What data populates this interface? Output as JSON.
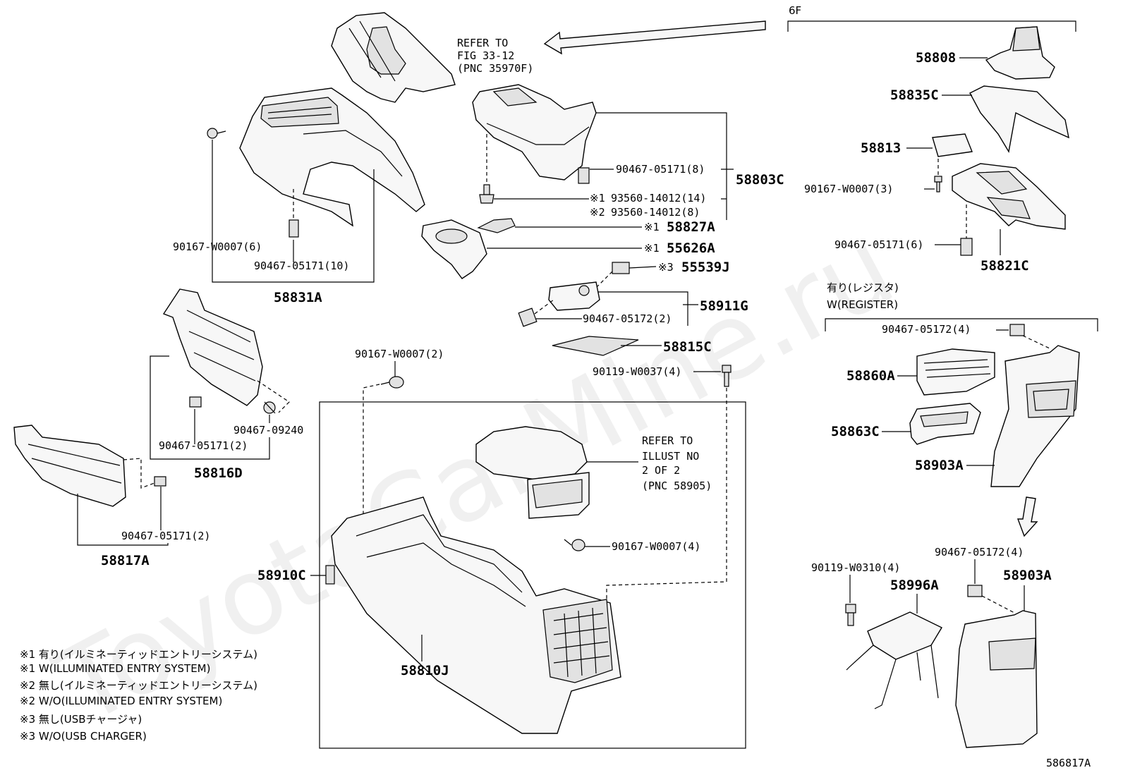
{
  "header": {
    "group_label": "6F"
  },
  "references": {
    "shift_boot": [
      "REFER TO",
      "FIG 33-12",
      "(PNC 35970F)"
    ],
    "armrest": [
      "REFER TO",
      "ILLUST NO",
      "2 OF 2",
      "(PNC 58905)"
    ]
  },
  "labels": {
    "p58831A": "58831A",
    "p90167_6": "90167-W0007(6)",
    "p90467_10": "90467-05171(10)",
    "p90467_8": "90467-05171(8)",
    "p58803C": "58803C",
    "p93560_14": "93560-14012(14)",
    "p93560_8": "93560-14012(8)",
    "p58827A": "58827A",
    "p55626A": "55626A",
    "p55539J": "55539J",
    "p58911G": "58911G",
    "p90467_05172_2": "90467-05172(2)",
    "p58815C": "58815C",
    "p90119_4": "90119-W0037(4)",
    "p90167_2": "90167-W0007(2)",
    "p90167_4": "90167-W0007(4)",
    "p58910C": "58910C",
    "p58810J": "58810J",
    "p58816D": "58816D",
    "p90467_09240": "90467-09240",
    "p90467_2a": "90467-05171(2)",
    "p90467_2b": "90467-05171(2)",
    "p58817A": "58817A",
    "p58808": "58808",
    "p58835C": "58835C",
    "p58813": "58813",
    "p90167_3": "90167-W0007(3)",
    "p90467_6": "90467-05171(6)",
    "p58821C": "58821C",
    "p90467_05172_4a": "90467-05172(4)",
    "p58860A": "58860A",
    "p58863C": "58863C",
    "p58903A_a": "58903A",
    "p90467_05172_4b": "90467-05172(4)",
    "p90119_W0310": "90119-W0310(4)",
    "p58996A": "58996A",
    "p58903A_b": "58903A"
  },
  "markers": {
    "m1": "※1",
    "m2": "※2",
    "m3": "※3"
  },
  "register": {
    "jp": "有り(レジスタ)",
    "en": "W(REGISTER)"
  },
  "legend": [
    "※1 有り(イルミネーティッドエントリーシステム)",
    "※1 W(ILLUMINATED ENTRY SYSTEM)",
    "※2 無し(イルミネーティッドエントリーシステム)",
    "※2 W/O(ILLUMINATED ENTRY SYSTEM)",
    "※3  無し(USBチャージャ)",
    "※3  W/O(USB CHARGER)"
  ],
  "illustration_id": "586817A",
  "watermark": "ToyotaCarMine.ru"
}
